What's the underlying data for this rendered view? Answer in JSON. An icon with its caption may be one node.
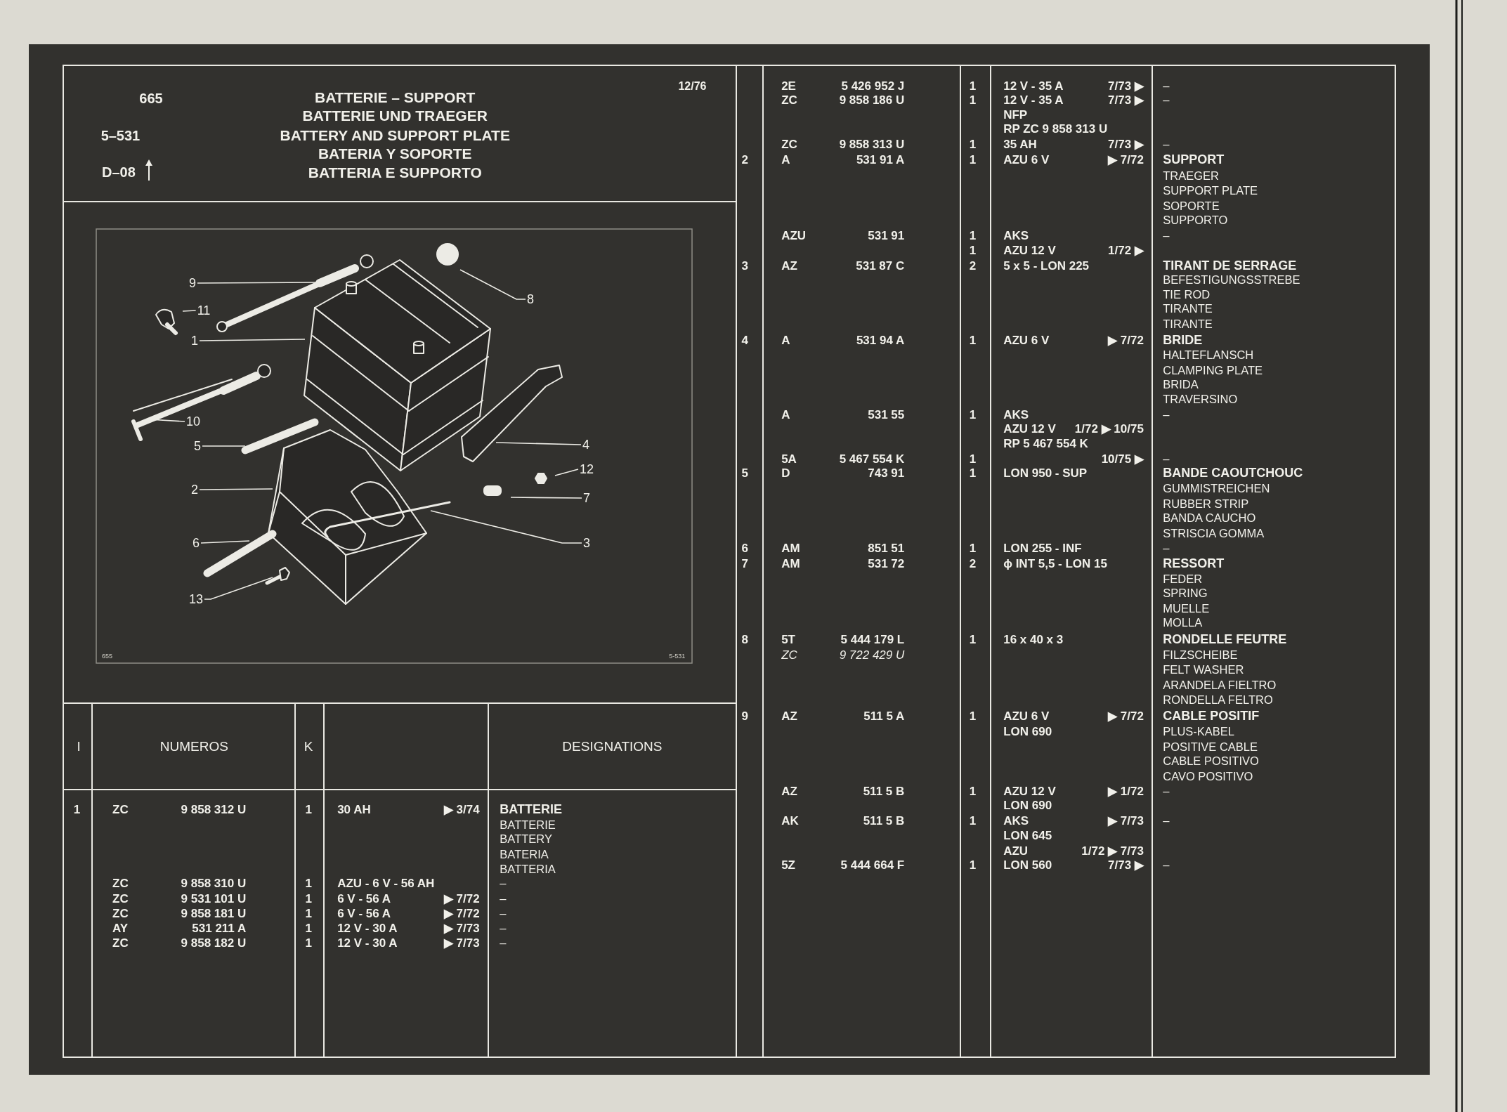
{
  "diagram": {
    "title": "BATTERIE – SUPPORT",
    "nodes": [
      {
        "text": [
          "9"
        ]
      },
      {
        "text": [
          "8"
        ]
      },
      {
        "text": [
          "11"
        ]
      },
      {
        "text": [
          "1"
        ]
      },
      {
        "text": [
          "10"
        ]
      },
      {
        "text": [
          "5"
        ]
      },
      {
        "text": [
          "4"
        ]
      },
      {
        "text": [
          "12"
        ]
      },
      {
        "text": [
          "2"
        ]
      },
      {
        "text": [
          "7"
        ]
      },
      {
        "text": [
          "6"
        ]
      },
      {
        "text": [
          "3"
        ]
      },
      {
        "text": [
          "13"
        ]
      }
    ],
    "edges": [
      {
        "from": 0,
        "to": null,
        "arrow": "none"
      },
      {
        "from": 1,
        "to": null,
        "arrow": "none"
      },
      {
        "from": 2,
        "to": null,
        "arrow": "none"
      },
      {
        "from": 3,
        "to": null,
        "arrow": "none"
      },
      {
        "from": 4,
        "to": null,
        "arrow": "none"
      },
      {
        "from": 5,
        "to": null,
        "arrow": "none"
      },
      {
        "from": 6,
        "to": null,
        "arrow": "none"
      },
      {
        "from": 7,
        "to": null,
        "arrow": "none"
      },
      {
        "from": 8,
        "to": null,
        "arrow": "none"
      },
      {
        "from": 9,
        "to": null,
        "arrow": "none"
      },
      {
        "from": 10,
        "to": null,
        "arrow": "none"
      },
      {
        "from": 11,
        "to": null,
        "arrow": "none"
      },
      {
        "from": 12,
        "to": null,
        "arrow": "none"
      }
    ],
    "labels": [
      "665",
      "5–531",
      "D–08",
      "BATTERIE UND TRAEGER",
      "BATTERY AND SUPPORT PLATE",
      "BATERIA Y SOPORTE",
      "BATTERIA E SUPPORTO",
      "12/76",
      "655",
      "5-531",
      "I",
      "NUMEROS",
      "K",
      "DESIGNATIONS",
      "1",
      "ZC",
      "9 858 312 U",
      "1",
      "30 AH",
      "▶ 3/74",
      "BATTERIE",
      "BATTERIE",
      "BATTERY",
      "BATERIA",
      "BATTERIA",
      "ZC",
      "9 858 310 U",
      "1",
      "AZU - 6 V - 56 AH",
      "–",
      "ZC",
      "9 531 101 U",
      "1",
      "6 V - 56 A",
      "▶ 7/72",
      "–",
      "ZC",
      "9 858 181 U",
      "1",
      "6 V - 56 A",
      "▶ 7/72",
      "–",
      "AY",
      "531 211 A",
      "1",
      "12 V - 30 A",
      "▶ 7/73",
      "–",
      "ZC",
      "9 858 182 U",
      "1",
      "12 V - 30 A",
      "▶ 7/73",
      "–",
      "2E",
      "5 426 952 J",
      "1",
      "12 V - 35 A",
      "7/73 ▶",
      "–",
      "ZC",
      "9 858 186 U",
      "1",
      "12 V - 35 A",
      "7/73 ▶",
      "–",
      "NFP",
      "RP ZC 9 858 313 U",
      "ZC",
      "9 858 313 U",
      "1",
      "35 AH",
      "7/73 ▶",
      "–",
      "2",
      "A",
      "531 91 A",
      "1",
      "AZU 6 V",
      "▶ 7/72",
      "SUPPORT",
      "TRAEGER",
      "SUPPORT PLATE",
      "SOPORTE",
      "SUPPORTO",
      "AZU",
      "531 91",
      "1",
      "AKS",
      "–",
      "1",
      "AZU 12 V",
      "1/72 ▶",
      "3",
      "AZ",
      "531 87 C",
      "2",
      "5 x 5 - LON 225",
      "TIRANT DE SERRAGE",
      "BEFESTIGUNGSSTREBE",
      "TIE ROD",
      "TIRANTE",
      "TIRANTE",
      "4",
      "A",
      "531 94 A",
      "1",
      "AZU 6 V",
      "▶ 7/72",
      "BRIDE",
      "HALTEFLANSCH",
      "CLAMPING PLATE",
      "BRIDA",
      "TRAVERSINO",
      "A",
      "531 55",
      "1",
      "AKS",
      "–",
      "AZU 12 V",
      "1/72 ▶ 10/75",
      "RP 5 467 554 K",
      "5A",
      "5 467 554 K",
      "1",
      "10/75 ▶",
      "–",
      "5",
      "D",
      "743 91",
      "1",
      "LON 950 - SUP",
      "BANDE CAOUTCHOUC",
      "GUMMISTREICHEN",
      "RUBBER STRIP",
      "BANDA CAUCHO",
      "STRISCIA GOMMA",
      "6",
      "AM",
      "851 51",
      "1",
      "LON 255 - INF",
      "–",
      "7",
      "AM",
      "531 72",
      "2",
      "ϕ INT 5,5 - LON 15",
      "RESSORT",
      "FEDER",
      "SPRING",
      "MUELLE",
      "MOLLA",
      "8",
      "5T",
      "5 444 179 L",
      "1",
      "16 x 40 x 3",
      "RONDELLE FEUTRE",
      "ZC",
      "9 722 429 U",
      "FILZSCHEIBE",
      "FELT WASHER",
      "ARANDELA FIELTRO",
      "RONDELLA FELTRO",
      "9",
      "AZ",
      "511 5 A",
      "1",
      "AZU 6 V",
      "▶ 7/72",
      "CABLE POSITIF",
      "LON 690",
      "PLUS-KABEL",
      "POSITIVE CABLE",
      "CABLE POSITIVO",
      "CAVO POSITIVO",
      "AZ",
      "511 5 B",
      "1",
      "AZU 12 V",
      "▶ 1/72",
      "–",
      "LON 690",
      "AK",
      "511 5 B",
      "1",
      "AKS",
      "▶ 7/73",
      "–",
      "LON 645",
      "AZU",
      "1/72 ▶ 7/73",
      "5Z",
      "5 444 664 F",
      "1",
      "LON 560",
      "7/73 ▶",
      "–"
    ]
  }
}
